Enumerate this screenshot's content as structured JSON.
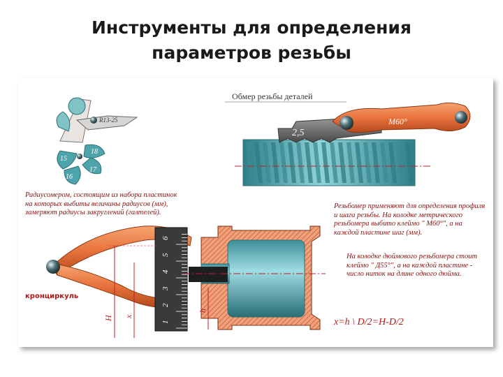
{
  "title": {
    "line1": "Инструменты для определения",
    "line2": "параметров резьбы"
  },
  "thread_gauge": {
    "caption": "Обмер резьбы деталей",
    "plate_label": "2,5",
    "arm_label": "М60°"
  },
  "radius_gauge": {
    "plate_label": "R13-25",
    "leaf_labels": [
      "15",
      "18",
      "16",
      "17"
    ],
    "description": "Радиусомером, состоящим из набора пластинок на которых выбиты величины радиусов (мм), замеряют радиусы закруглений (галтелей)."
  },
  "pitch_gauge_note": {
    "para1": "Резьбомер применяют для определения профиля и шага резьбы. На колодке метрического резьбомера выбито клеймо \" М60°\", а на каждой пластине шаг (мм).",
    "para2": "На колодке дюймового резьбомера стоит клеймо \" Д55°\", а на каждой пластине - число ниток на длине одного дюйма."
  },
  "caliper": {
    "label": "кронциркуль",
    "scale_labels": [
      "1",
      "2",
      "3",
      "4",
      "5",
      "6"
    ],
    "dim_H": "H",
    "dim_x": "x",
    "dim_h": "h"
  },
  "formula": "x=h \\ D/2=H-D/2",
  "colors": {
    "orange": "#e8733d",
    "teal": "#5bb6bd",
    "dark": "#3a3a3a",
    "red": "#c0202a"
  }
}
